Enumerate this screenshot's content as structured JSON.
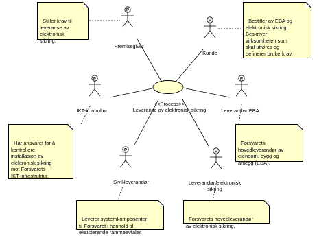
{
  "process": {
    "stereotype": "<<Process>>",
    "name": "Leveranse av elektronisk sikring"
  },
  "actor_badge": "P",
  "actors": [
    {
      "id": "premissgiver",
      "label": "Premissgiver"
    },
    {
      "id": "kunde",
      "label": "Kunde"
    },
    {
      "id": "ikt",
      "label": "IKT-kontrollør"
    },
    {
      "id": "eba",
      "label": "Leverandør EBA"
    },
    {
      "id": "sivil",
      "label": "Sivil leverandør"
    },
    {
      "id": "les",
      "label_line1": "Leverandør elektronisk",
      "label_line2": "sikring"
    }
  ],
  "notes": {
    "premissgiver": "Stiller krav til\nleveranse av\nelektronisk\nsikring.",
    "kunde": "Bestiller av EBA og\nelektronisk sikring.\nBeskriver\nvirksomheten som\nskal utføres og\ndefinerer brukerkrav.",
    "ikt": "Har ansvaret for å\nkontrollere\ninstallasjon av\nelektronisk sikring\nmot Forsvarets\nIKT-infrastruktur.",
    "eba": "Forsvarets\nhovedleverandør av\neiendom, bygg og\nanlegg (EBA).",
    "sivil": "Leverer systemkomponenter\ntil Forsvaret i henhold til\neksisterende rammeavtaler.",
    "les": "Forsvarets hovedleverandør\nav elektronisk sikring."
  }
}
